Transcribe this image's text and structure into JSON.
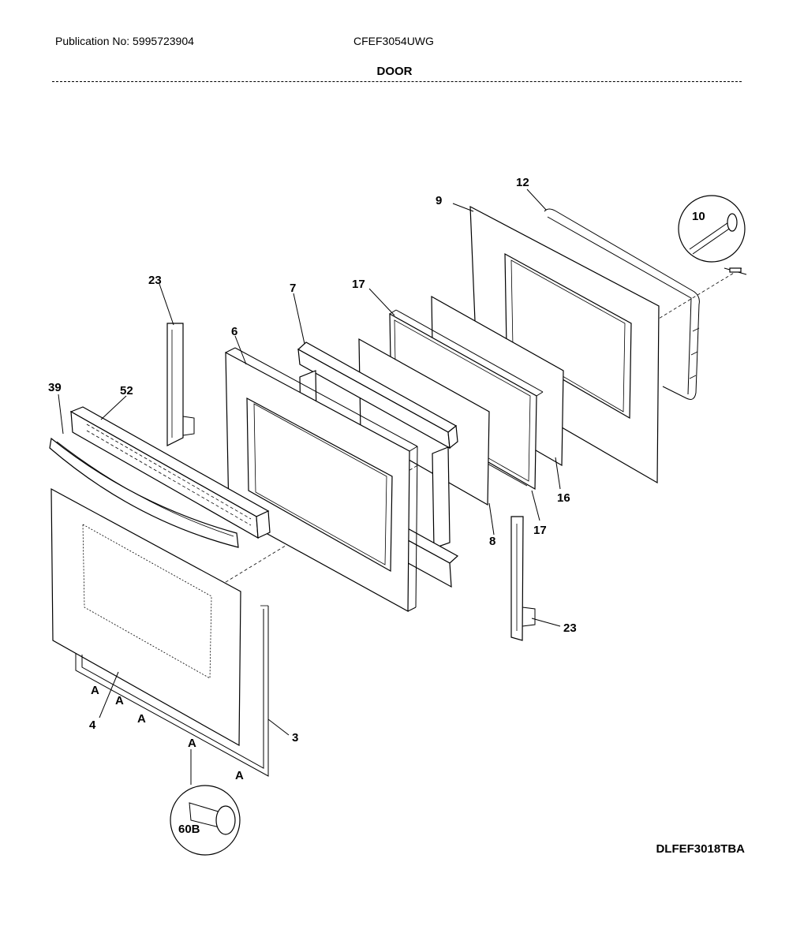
{
  "header": {
    "publication": "Publication No: 5995723904",
    "model": "CFEF3054UWG",
    "title": "DOOR"
  },
  "footer": {
    "diagram_code": "DLFEF3018TBA"
  },
  "callouts": {
    "p3": "3",
    "p4": "4",
    "p6": "6",
    "p7": "7",
    "p8": "8",
    "p9": "9",
    "p10": "10",
    "p12": "12",
    "p16": "16",
    "p17a": "17",
    "p17b": "17",
    "p23a": "23",
    "p23b": "23",
    "p39": "39",
    "p52": "52",
    "p60b": "60B"
  }
}
